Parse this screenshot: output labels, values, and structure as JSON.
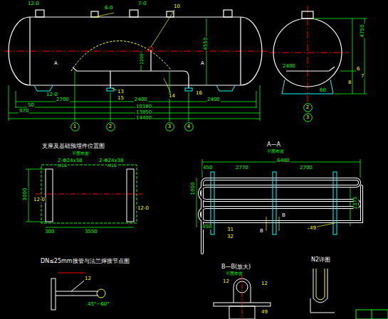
{
  "diagram": {
    "nodes": [
      {
        "text": [
          "1"
        ]
      },
      {
        "text": [
          "2"
        ]
      },
      {
        "text": [
          "3"
        ]
      },
      {
        "text": [
          "4"
        ]
      },
      {
        "text": [
          "2"
        ]
      },
      {
        "text": [
          "3"
        ]
      }
    ],
    "labels": [
      "12-0",
      "6-0",
      "7-0",
      "10",
      "A",
      "A",
      "2200",
      "4550",
      "12-0",
      "13",
      "15",
      "14",
      "16",
      "50",
      "2700",
      "2400",
      "2400",
      "970",
      "10180",
      "13850",
      "14400",
      "4750",
      "2400",
      "6",
      "7",
      "8",
      "60",
      "A—A",
      "平面布置",
      "6480",
      "450",
      "2770",
      "2700",
      "1000",
      "450",
      "B",
      "B",
      "31",
      "32",
      "2375",
      "49",
      "支座及基础预埋件位置图",
      "平面布置",
      "2-Φ24x38",
      "2-Φ24x38",
      "M16",
      "M16",
      "12-0",
      "12-0",
      "3000",
      "300",
      "3550",
      "DN≤25mm接管与法兰焊接节点图",
      "12",
      "45°~60°",
      "B—B(放大)",
      "平面布置",
      "12",
      "12",
      "49",
      "N2详图"
    ]
  }
}
